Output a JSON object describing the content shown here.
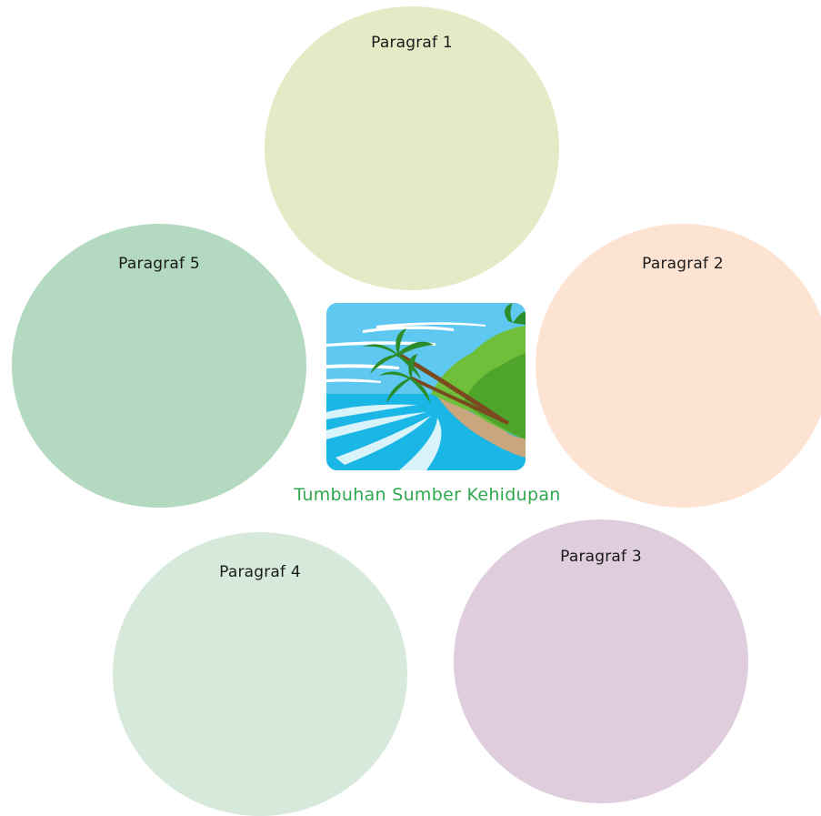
{
  "diagram": {
    "center_title": "Tumbuhan Sumber Kehidupan",
    "center_image_icon": "tropical-beach-palm-icon",
    "paragraphs": [
      {
        "label": "Paragraf 1",
        "color": "#e2ebc5"
      },
      {
        "label": "Paragraf 2",
        "color": "#fde3d2"
      },
      {
        "label": "Paragraf 3",
        "color": "#dfcddd"
      },
      {
        "label": "Paragraf 4",
        "color": "#d6e9db"
      },
      {
        "label": "Paragraf 5",
        "color": "#b3d9c0"
      }
    ]
  }
}
